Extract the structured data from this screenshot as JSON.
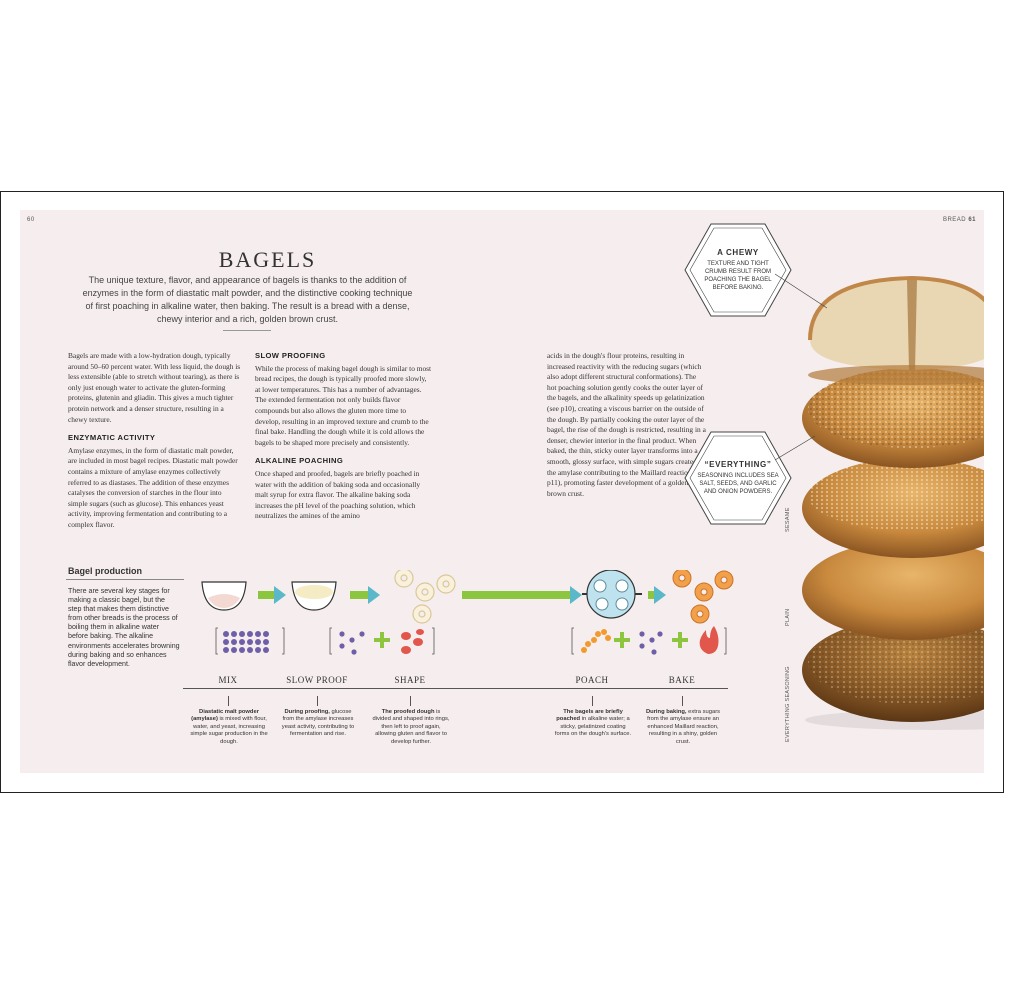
{
  "page_left": "60",
  "page_right_label": "BREAD",
  "page_right_num": "61",
  "title": "BAGELS",
  "intro": "The unique texture, flavor, and appearance of bagels is thanks to the addition of enzymes in the form of diastatic malt powder, and the distinctive cooking technique of first poaching in alkaline water, then baking. The result is a bread with a dense, chewy interior and a rich, golden brown crust.",
  "col1": {
    "p1": "Bagels are made with a low-hydration dough, typically around 50–60 percent water. With less liquid, the dough is less extensible (able to stretch without tearing), as there is only just enough water to activate the gluten-forming proteins, glutenin and gliadin. This gives a much tighter protein network and a denser structure, resulting in a chewy texture.",
    "h2": "ENZYMATIC ACTIVITY",
    "p2": "Amylase enzymes, in the form of diastatic malt powder, are included in most bagel recipes. Diastatic malt powder contains a mixture of amylase enzymes collectively referred to as diastases. The addition of these enzymes catalyses the conversion of starches in the flour into simple sugars (such as glucose). This enhances yeast activity, improving fermentation and contributing to a complex flavor."
  },
  "col2": {
    "h1": "SLOW PROOFING",
    "p1": "While the process of making bagel dough is similar to most bread recipes, the dough is typically proofed more slowly, at lower temperatures. This has a number of advantages. The extended fermentation not only builds flavor compounds but also allows the gluten more time to develop, resulting in an improved texture and crumb to the final bake. Handling the dough while it is cold allows the bagels to be shaped more precisely and consistently.",
    "h2": "ALKALINE POACHING",
    "p2": "Once shaped and proofed, bagels are briefly poached in water with the addition of baking soda and occasionally malt syrup for extra flavor. The alkaline baking soda increases the pH level of the poaching solution, which neutralizes the amines of the amino"
  },
  "col3": {
    "p1": "acids in the dough's flour proteins, resulting in increased reactivity with the reducing sugars (which also adopt different structural conformations). The hot poaching solution gently cooks the outer layer of the bagels, and the alkalinity speeds up gelatinization (see p10), creating a viscous barrier on the outside of the dough. By partially cooking the outer layer of the bagel, the rise of the dough is restricted, resulting in a denser, chewier interior in the final product. When baked, the thin, sticky outer layer transforms into a smooth, glossy surface, with simple sugars created by the amylase contributing to the Maillard reaction (see p11), promoting faster development of a golden-brown crust."
  },
  "hex1": {
    "title": "A CHEWY",
    "body": "TEXTURE AND TIGHT CRUMB RESULT FROM POACHING THE BAGEL BEFORE BAKING."
  },
  "hex2": {
    "title": "“EVERYTHING”",
    "body": "SEASONING INCLUDES SEA SALT, SEEDS, AND GARLIC AND ONION POWDERS."
  },
  "labels": {
    "sesame": "SESAME",
    "plain": "PLAIN",
    "everything": "EVERYTHING SEASONING"
  },
  "production": {
    "title": "Bagel production",
    "body": "There are several key stages for making a classic bagel, but the step that makes them distinctive from other breads is the process of boiling them in alkaline water before baking. The alkaline environments accelerates browning during baking and so enhances flavor development.",
    "steps": [
      {
        "label": "MIX",
        "bold": "Diastatic malt powder (amylase)",
        "rest": " is mixed with flour, water, and yeast, increasing simple sugar production in the dough."
      },
      {
        "label": "SLOW PROOF",
        "bold": "During proofing,",
        "rest": " glucose from the amylase increases yeast activity, contributing to fermentation and rise."
      },
      {
        "label": "SHAPE",
        "bold": "The proofed dough",
        "rest": " is divided and shaped into rings, then left to proof again, allowing gluten and flavor to develop further."
      },
      {
        "label": "POACH",
        "bold": "The bagels are briefly poached",
        "rest": " in alkaline water; a sticky, gelatinized coating forms on the dough's surface."
      },
      {
        "label": "BAKE",
        "bold": "During baking,",
        "rest": " extra sugars from the amylase ensure an enhanced Maillard reaction, resulting in a shiny, golden crust."
      }
    ]
  },
  "colors": {
    "page": "#f6eeee",
    "arrow_green": "#8cc63f",
    "arrow_teal": "#5bb8c8",
    "purple": "#6e5fa8",
    "red": "#e2574c",
    "orange": "#f29a2e",
    "bagel_tan": "#c98a3e"
  }
}
